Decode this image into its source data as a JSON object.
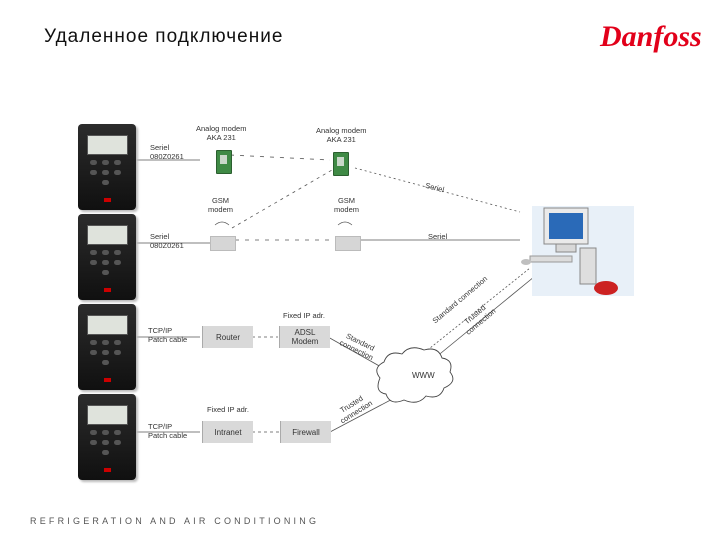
{
  "title": "Удаленное подключение",
  "footer": "REFRIGERATION AND AIR CONDITIONING",
  "logo": {
    "text": "Danfoss",
    "color": "#e2001a"
  },
  "controllers": [
    {
      "label": "Seriel\n080Z0261"
    },
    {
      "label": "Seriel\n080Z0261"
    },
    {
      "label": "TCP/IP\nPatch cable"
    },
    {
      "label": "TCP/IP\nPatch cable"
    }
  ],
  "analog_modem_1": "Analog modem\nAKA 231",
  "analog_modem_2": "Analog modem\nAKA 231",
  "gsm_modem_1": "GSM\nmodem",
  "gsm_modem_2": "GSM\nmodem",
  "fixed_ip_1": "Fixed IP adr.",
  "fixed_ip_2": "Fixed IP adr.",
  "router": "Router",
  "adsl_modem": "ADSL\nModem",
  "intranet": "Intranet",
  "firewall": "Firewall",
  "cloud": "WWW",
  "serial_1": "Seriel",
  "serial_2": "Seriel",
  "standard_connection_1": "Standard\nconnection",
  "standard_connection_2": "Standard connection",
  "trusted_connection_1": "Trusted\nconnection",
  "trusted_connection_2": "Trusted\nconnection",
  "colors": {
    "line": "#555555",
    "box": "#d9d9d9",
    "modem": "#3f8a45"
  }
}
